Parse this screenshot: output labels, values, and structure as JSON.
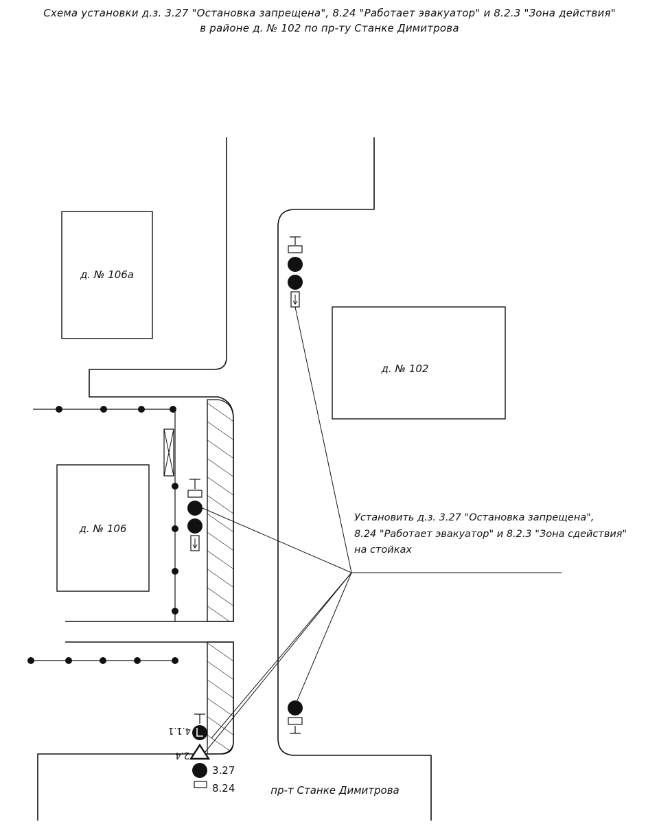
{
  "header": {
    "title_line1": "Схема установки д.з. 3.27 \"Остановка запрещена\", 8.24 \"Работает эвакуатор\" и 8.2.3 \"Зона действия\"",
    "title_line2": "в районе д. № 102 по пр-ту Станке Димитрова"
  },
  "buildings": {
    "b106a": "д. № 106а",
    "b102": "д. № 102",
    "b106": "д. № 106"
  },
  "annotation": {
    "line1": "Установить д.з. 3.27 \"Остановка запрещена\",",
    "line2": "8.24 \"Работает эвакуатор\" и 8.2.3 \"Зона сдействия\"",
    "line3": "на стойках"
  },
  "sign_labels": {
    "s327": "3.27",
    "s824": "8.24",
    "s411": "4.1.1",
    "s24": "2.4"
  },
  "street": {
    "name": "пр-т Станке Димитрова"
  },
  "colors": {
    "ink": "#111111",
    "background": "#ffffff"
  }
}
